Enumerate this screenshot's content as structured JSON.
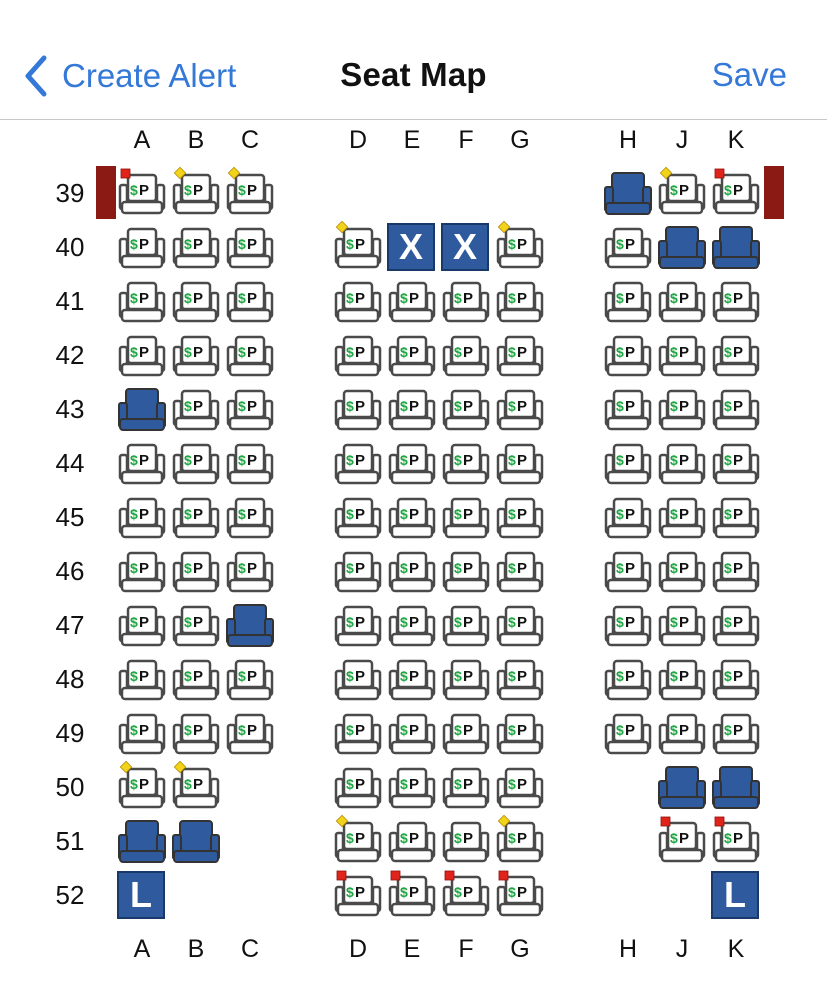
{
  "nav": {
    "back_label": "Create Alert",
    "title": "Seat Map",
    "save_label": "Save"
  },
  "columns": [
    "A",
    "B",
    "C",
    "D",
    "E",
    "F",
    "G",
    "H",
    "J",
    "K"
  ],
  "rows": [
    "39",
    "40",
    "41",
    "42",
    "43",
    "44",
    "45",
    "46",
    "47",
    "48",
    "49",
    "50",
    "51",
    "52"
  ],
  "seat_symbol": "$P",
  "seat_legend": {
    "P": "preferred-seat",
    "O": "occupied-seat",
    "X": "blocked-seat",
    "L": "lavatory",
    "-": "no-seat"
  },
  "marker_colors": {
    "y": "#f3d21a",
    "r": "#e0241c"
  },
  "colors": {
    "accent": "#3478d8",
    "exit_row": "#8b1a14",
    "occupied_seat": "#2f5a9d",
    "money_symbol": "#1ea642"
  },
  "seat_map": [
    {
      "row": "39",
      "exit": true,
      "seats": [
        "Pr",
        "Py",
        "Py",
        "-",
        "-",
        "-",
        "-",
        "O",
        "Py",
        "Pr"
      ]
    },
    {
      "row": "40",
      "exit": false,
      "seats": [
        "P",
        "P",
        "P",
        "Py",
        "X",
        "X",
        "Py",
        "P",
        "O",
        "O"
      ]
    },
    {
      "row": "41",
      "exit": false,
      "seats": [
        "P",
        "P",
        "P",
        "P",
        "P",
        "P",
        "P",
        "P",
        "P",
        "P"
      ]
    },
    {
      "row": "42",
      "exit": false,
      "seats": [
        "P",
        "P",
        "P",
        "P",
        "P",
        "P",
        "P",
        "P",
        "P",
        "P"
      ]
    },
    {
      "row": "43",
      "exit": false,
      "seats": [
        "O",
        "P",
        "P",
        "P",
        "P",
        "P",
        "P",
        "P",
        "P",
        "P"
      ]
    },
    {
      "row": "44",
      "exit": false,
      "seats": [
        "P",
        "P",
        "P",
        "P",
        "P",
        "P",
        "P",
        "P",
        "P",
        "P"
      ]
    },
    {
      "row": "45",
      "exit": false,
      "seats": [
        "P",
        "P",
        "P",
        "P",
        "P",
        "P",
        "P",
        "P",
        "P",
        "P"
      ]
    },
    {
      "row": "46",
      "exit": false,
      "seats": [
        "P",
        "P",
        "P",
        "P",
        "P",
        "P",
        "P",
        "P",
        "P",
        "P"
      ]
    },
    {
      "row": "47",
      "exit": false,
      "seats": [
        "P",
        "P",
        "O",
        "P",
        "P",
        "P",
        "P",
        "P",
        "P",
        "P"
      ]
    },
    {
      "row": "48",
      "exit": false,
      "seats": [
        "P",
        "P",
        "P",
        "P",
        "P",
        "P",
        "P",
        "P",
        "P",
        "P"
      ]
    },
    {
      "row": "49",
      "exit": false,
      "seats": [
        "P",
        "P",
        "P",
        "P",
        "P",
        "P",
        "P",
        "P",
        "P",
        "P"
      ]
    },
    {
      "row": "50",
      "exit": false,
      "seats": [
        "Py",
        "Py",
        "-",
        "P",
        "P",
        "P",
        "P",
        "-",
        "O",
        "O"
      ]
    },
    {
      "row": "51",
      "exit": false,
      "seats": [
        "O",
        "O",
        "-",
        "Py",
        "P",
        "P",
        "Py",
        "-",
        "Pr",
        "Pr"
      ]
    },
    {
      "row": "52",
      "exit": false,
      "seats": [
        "L",
        "-",
        "-",
        "Pr",
        "Pr",
        "Pr",
        "Pr",
        "-",
        "-",
        "L"
      ]
    }
  ]
}
